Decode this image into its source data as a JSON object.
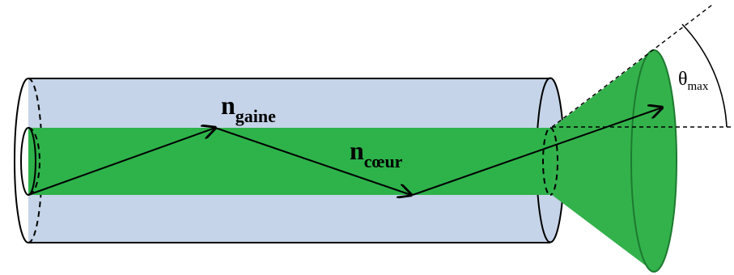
{
  "labels": {
    "n_gaine": {
      "base": "n",
      "subscript": "gaine"
    },
    "n_coeur": {
      "base": "n",
      "subscript": "cœur"
    },
    "theta_max": {
      "base": "θ",
      "subscript": "max"
    }
  },
  "colors": {
    "cladding": "#c5d4e8",
    "core": "#2db34a",
    "cone": "#33b24b",
    "outline": "#000000",
    "ray": "#000000"
  }
}
